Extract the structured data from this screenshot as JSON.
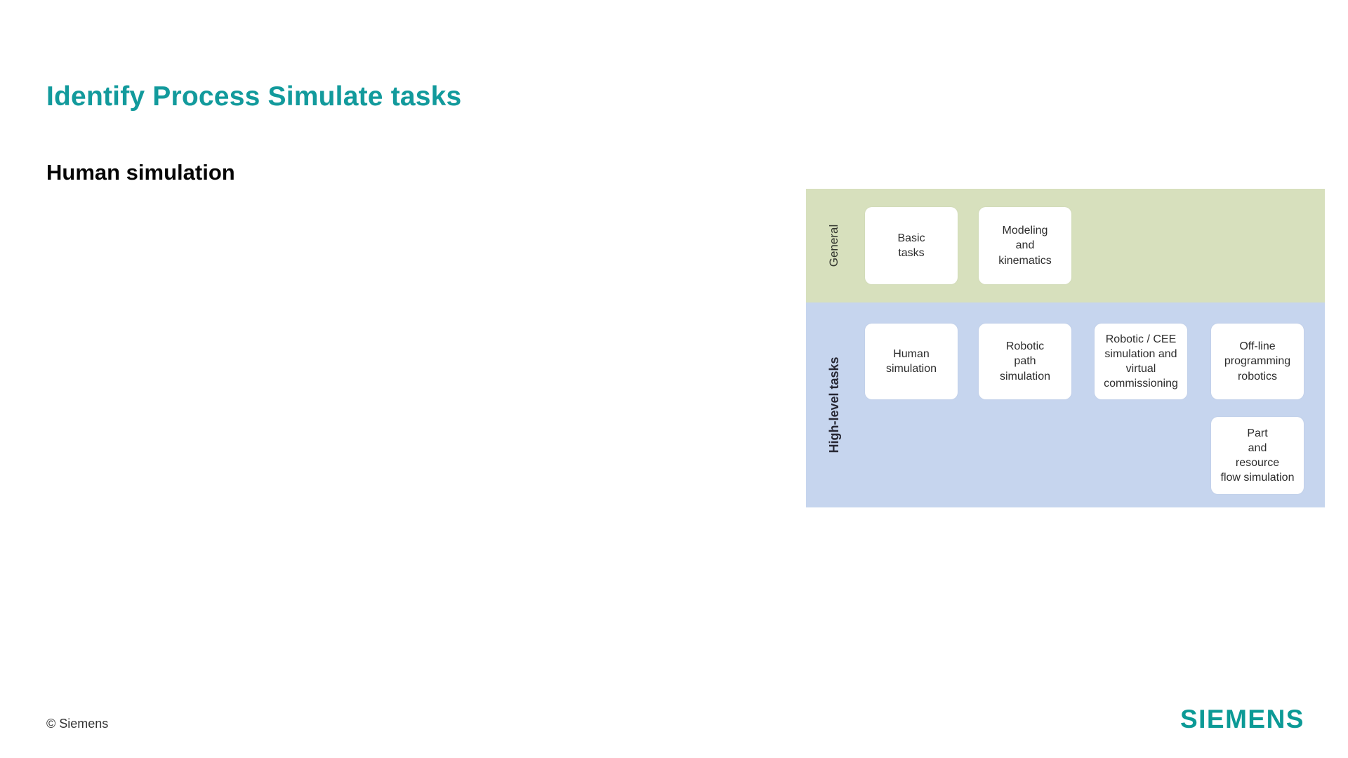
{
  "slide": {
    "title": "Identify Process Simulate tasks",
    "subtitle": "Human simulation",
    "footer": {
      "copyright": "© Siemens",
      "logo": "SIEMENS"
    }
  },
  "colors": {
    "title_teal": "#129a9c",
    "logo_teal": "#0c9a96",
    "general_row_bg": "#d7e0bd",
    "highlevel_row_bg": "#c6d5ee",
    "box_bg": "#ffffff"
  },
  "diagram": {
    "rows": [
      {
        "label": "General",
        "boxes": [
          {
            "label": "Basic\ntasks"
          },
          {
            "label": "Modeling\nand\nkinematics"
          }
        ]
      },
      {
        "label": "High-level tasks",
        "boxes": [
          {
            "label": "Human\nsimulation"
          },
          {
            "label": "Robotic\npath\nsimulation"
          },
          {
            "label": "Robotic / CEE\nsimulation and\nvirtual\ncommissioning"
          },
          {
            "label": "Off-line\nprogramming\nrobotics"
          },
          {
            "label": "Part\nand\nresource\nflow simulation"
          }
        ]
      }
    ]
  }
}
